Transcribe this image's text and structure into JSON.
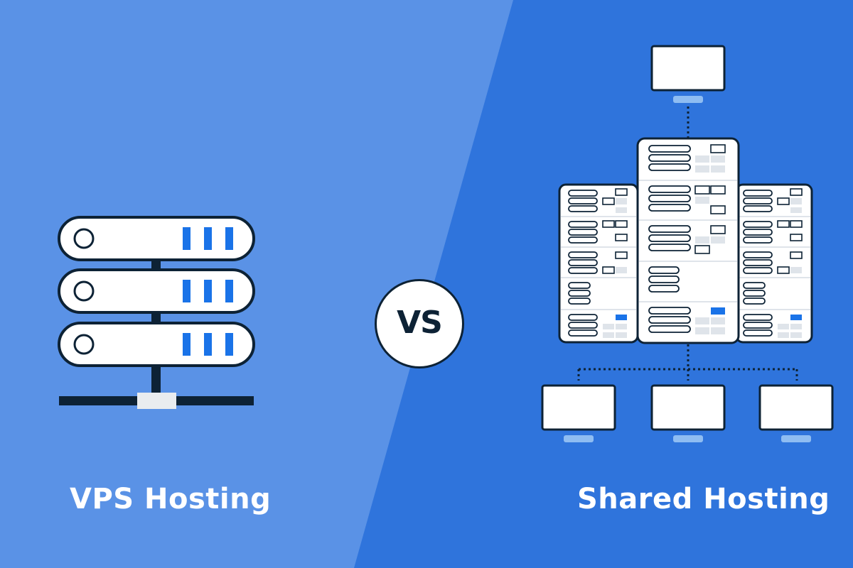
{
  "labels": {
    "vps": "VPS Hosting",
    "shared": "Shared Hosting",
    "versus": "VS"
  },
  "colors": {
    "left_background": "#5a92e6",
    "right_background": "#2f74dc",
    "outline": "#0d2235",
    "accent_blue": "#1a73e8",
    "light_blue": "#8fbdf2",
    "panel_white": "#ffffff",
    "detail_grey": "#dfe4ea"
  },
  "icons": {
    "vps": "server-stack-icon",
    "shared": "shared-server-network-icon"
  }
}
